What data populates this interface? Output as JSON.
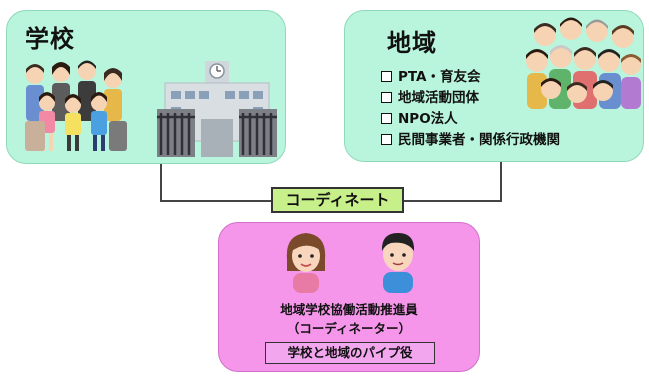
{
  "school": {
    "title": "学校"
  },
  "community": {
    "title": "地域",
    "items": [
      "PTA・育友会",
      "地域活動団体",
      "NPO法人",
      "民間事業者・関係行政機関"
    ]
  },
  "link_label": "コーディネート",
  "coordinator": {
    "role_line1": "地域学校協働活動推進員",
    "role_line2": "（コーディネーター）",
    "pipe_label": "学校と地域のパイプ役"
  },
  "colors": {
    "box_green": "#b9f5dc",
    "box_pink": "#f596ea",
    "label_green": "#c8f08a"
  },
  "icons": [
    "people-group-icon",
    "school-building-icon",
    "crowd-icon",
    "woman-icon",
    "man-icon"
  ]
}
